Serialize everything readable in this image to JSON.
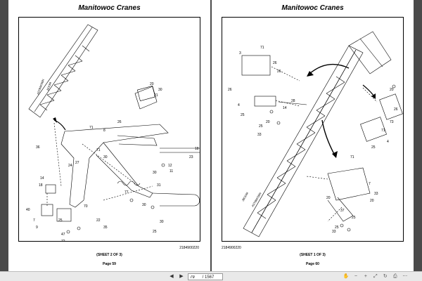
{
  "left_page": {
    "title": "Manitowoc Cranes",
    "part_number": "2184900220",
    "sheet": "(SHEET 2 OF 3)",
    "page": "Page 59"
  },
  "right_page": {
    "title": "Manitowoc Cranes",
    "part_number": "2184900220",
    "sheet": "(SHEET 1 OF 3)",
    "page": "Page 60"
  },
  "toolbar": {
    "prev_label": "◀",
    "next_label": "▶",
    "current_page": "79",
    "total_pages": "/ 1567",
    "icons": [
      "hand-icon",
      "zoom-out-icon",
      "zoom-in-icon",
      "fit-icon",
      "rotate-icon",
      "print-icon",
      "more-icon"
    ]
  }
}
